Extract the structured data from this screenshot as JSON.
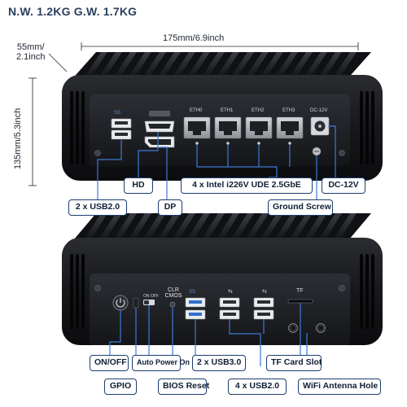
{
  "header": {
    "weight": "N.W. 1.2KG G.W. 1.7KG"
  },
  "dimensions": {
    "width": "175mm/6.9inch",
    "depth_mm": "55mm/",
    "depth_in": "2.1inch",
    "height": "135mm/5.3inch"
  },
  "front_panel": {
    "eth_ports": [
      "ETH0",
      "ETH1",
      "ETH2",
      "ETH3"
    ],
    "power_jack": "DC-12V"
  },
  "rear_panel": {
    "clr_cmos": [
      "CLR",
      "CMOS"
    ],
    "auto_switch": [
      "ON",
      "OFF"
    ],
    "tf_slot": "TF"
  },
  "callouts": {
    "hd": "HD",
    "dp": "DP",
    "lan": "4 x Intel i226V UDE 2.5GbE",
    "dc": "DC-12V",
    "usb2_front": "2 x USB2.0",
    "ground": "Ground Screw",
    "on_off": "ON/OFF",
    "gpio": "GPIO",
    "auto_power": "Auto Power On",
    "bios": "BIOS Reset",
    "usb3": "2 x USB3.0",
    "tf_card": "TF Card Slot",
    "usb2_rear": "4 x USB2.0",
    "wifi": "WiFi Antenna Hole"
  },
  "colors": {
    "outline": "#1c3d6e",
    "chassis": "#1a1c20",
    "usb3_blue": "#2f6fd0",
    "leader": "#3b7ad6"
  }
}
